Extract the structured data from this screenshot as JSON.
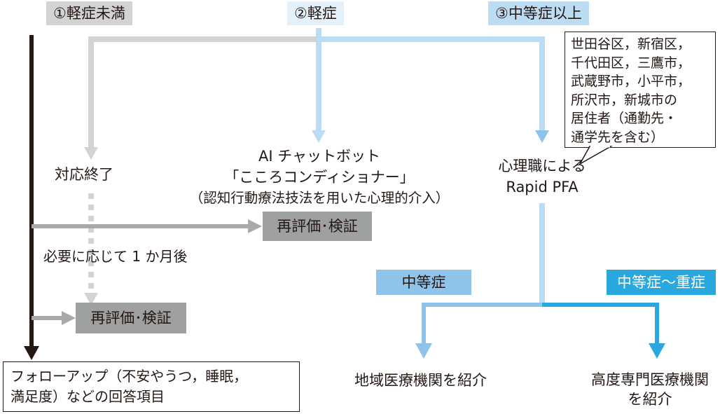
{
  "colors": {
    "gray_light": "#d3d3d3",
    "gray_mid": "#a9a9a9",
    "gray_box": "#9fa0a0",
    "black": "#231815",
    "blue_light": "#bcdcf3",
    "blue_mid": "#8fc3ea",
    "blue_strong": "#29a8e0"
  },
  "headers": {
    "mild_below": "①軽症未満",
    "mild": "②軽症",
    "moderate_above": "③中等症以上"
  },
  "callout": {
    "lines": [
      "世田谷区，新宿区，",
      "千代田区，三鷹市，",
      "武蔵野市，小平市，",
      "所沢市，新城市の",
      "居住者（通勤先・",
      "通学先を含む）"
    ]
  },
  "nodes": {
    "end_response": "対応終了",
    "chatbot": {
      "line1": "AI チャットボット",
      "line2": "「こころコンディショナー」",
      "line3": "（認知行動療法技法を用いた心理的介入）"
    },
    "pfa": {
      "line1": "心理職による",
      "line2": "Rapid PFA"
    },
    "reeval_top": "再評価･検証",
    "after_month": "必要に応じて 1 か月後",
    "reeval_bottom": "再評価･検証",
    "moderate_label": "中等症",
    "severe_label": "中等症〜重症",
    "local_referral": "地域医療機関を紹介",
    "advanced": {
      "line1": "高度専門医療機関",
      "line2": "を紹介"
    },
    "followup": {
      "line1": "フォローアップ（不安やうつ，睡眠，",
      "line2": "満足度）などの回答項目"
    }
  }
}
